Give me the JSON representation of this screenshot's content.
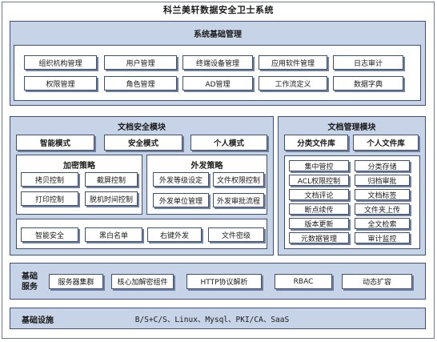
{
  "title": "科兰美轩数据安全卫士系统",
  "system_mgmt": {
    "heading": "系统基础管理",
    "row1": [
      "组织机构管理",
      "用户管理",
      "终端设备管理",
      "应用软件管理",
      "日志审计"
    ],
    "row2": [
      "权限管理",
      "角色管理",
      "AD管理",
      "工作流定义",
      "数据字典"
    ]
  },
  "doc_security": {
    "heading": "文档安全模块",
    "modes": [
      "智能模式",
      "安全模式",
      "个人模式"
    ],
    "encrypt": {
      "heading": "加密策略",
      "items": [
        "拷贝控制",
        "截屏控制",
        "打印控制",
        "脱机时间控制"
      ]
    },
    "outgoing": {
      "heading": "外发策略",
      "items": [
        "外发等级设定",
        "文件权限控制",
        "外发单位管理",
        "外发审批流程"
      ]
    },
    "bottom": [
      "智能安全",
      "黑白名单",
      "右键外发",
      "文件密级"
    ]
  },
  "doc_mgmt": {
    "heading": "文档管理模块",
    "libraries": [
      "分类文件库",
      "个人文件库"
    ],
    "features": [
      "集中管控",
      "分类存储",
      "ACL权限控制",
      "归档审批",
      "文档评论",
      "文档标签",
      "断点续传",
      "文件夹上传",
      "版本更新",
      "全文检索",
      "元数据管理",
      "审计监控"
    ]
  },
  "basic_services": {
    "label": "基础服务",
    "items": [
      "服务器集群",
      "核心加解密组件",
      "HTTP协议解析",
      "RBAC",
      "动态扩容"
    ]
  },
  "infrastructure": {
    "label": "基础设施",
    "value": "B/S+C/S、Linux、Mysql、PKI/CA、SaaS"
  }
}
